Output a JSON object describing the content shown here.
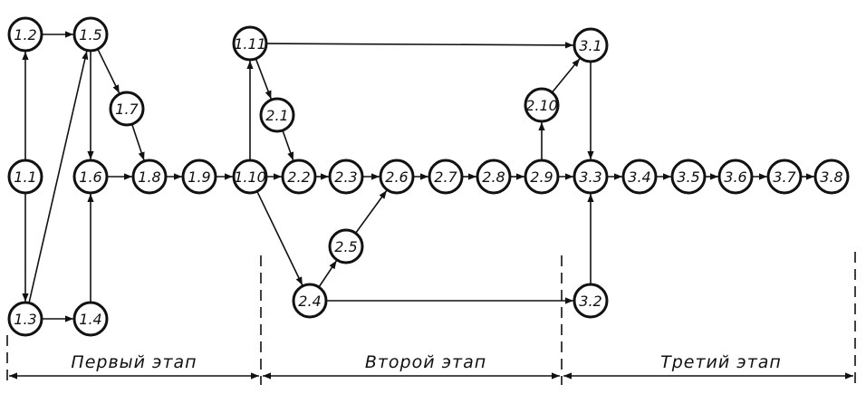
{
  "colors": {
    "ink": "#111111",
    "background": "#ffffff"
  },
  "nodes": [
    {
      "id": "1.1",
      "label": "1.1"
    },
    {
      "id": "1.2",
      "label": "1.2"
    },
    {
      "id": "1.3",
      "label": "1.3"
    },
    {
      "id": "1.4",
      "label": "1.4"
    },
    {
      "id": "1.5",
      "label": "1.5"
    },
    {
      "id": "1.6",
      "label": "1.6"
    },
    {
      "id": "1.7",
      "label": "1.7"
    },
    {
      "id": "1.8",
      "label": "1.8"
    },
    {
      "id": "1.9",
      "label": "1.9"
    },
    {
      "id": "1.10",
      "label": "1.10"
    },
    {
      "id": "1.11",
      "label": "1.11"
    },
    {
      "id": "2.1",
      "label": "2.1"
    },
    {
      "id": "2.2",
      "label": "2.2"
    },
    {
      "id": "2.3",
      "label": "2.3"
    },
    {
      "id": "2.4",
      "label": "2.4"
    },
    {
      "id": "2.5",
      "label": "2.5"
    },
    {
      "id": "2.6",
      "label": "2.6"
    },
    {
      "id": "2.7",
      "label": "2.7"
    },
    {
      "id": "2.8",
      "label": "2.8"
    },
    {
      "id": "2.9",
      "label": "2.9"
    },
    {
      "id": "2.10",
      "label": "2.10"
    },
    {
      "id": "3.1",
      "label": "3.1"
    },
    {
      "id": "3.2",
      "label": "3.2"
    },
    {
      "id": "3.3",
      "label": "3.3"
    },
    {
      "id": "3.4",
      "label": "3.4"
    },
    {
      "id": "3.5",
      "label": "3.5"
    },
    {
      "id": "3.6",
      "label": "3.6"
    },
    {
      "id": "3.7",
      "label": "3.7"
    },
    {
      "id": "3.8",
      "label": "3.8"
    }
  ],
  "edges": [
    [
      "1.1",
      "1.2"
    ],
    [
      "1.1",
      "1.3"
    ],
    [
      "1.2",
      "1.5"
    ],
    [
      "1.3",
      "1.5"
    ],
    [
      "1.3",
      "1.4"
    ],
    [
      "1.4",
      "1.6"
    ],
    [
      "1.5",
      "1.6"
    ],
    [
      "1.5",
      "1.7"
    ],
    [
      "1.6",
      "1.8"
    ],
    [
      "1.7",
      "1.8"
    ],
    [
      "1.8",
      "1.9"
    ],
    [
      "1.9",
      "1.10"
    ],
    [
      "1.10",
      "1.11"
    ],
    [
      "1.10",
      "2.2"
    ],
    [
      "1.10",
      "2.4"
    ],
    [
      "1.11",
      "2.1"
    ],
    [
      "1.11",
      "3.1"
    ],
    [
      "2.1",
      "2.2"
    ],
    [
      "2.2",
      "2.3"
    ],
    [
      "2.3",
      "2.6"
    ],
    [
      "2.4",
      "2.5"
    ],
    [
      "2.4",
      "3.2"
    ],
    [
      "2.5",
      "2.6"
    ],
    [
      "2.6",
      "2.7"
    ],
    [
      "2.7",
      "2.8"
    ],
    [
      "2.8",
      "2.9"
    ],
    [
      "2.9",
      "2.10"
    ],
    [
      "2.9",
      "3.3"
    ],
    [
      "2.10",
      "3.1"
    ],
    [
      "3.1",
      "3.3"
    ],
    [
      "3.2",
      "3.3"
    ],
    [
      "3.3",
      "3.4"
    ],
    [
      "3.4",
      "3.5"
    ],
    [
      "3.5",
      "3.6"
    ],
    [
      "3.6",
      "3.7"
    ],
    [
      "3.7",
      "3.8"
    ]
  ],
  "stages": [
    {
      "label": "Первый этап"
    },
    {
      "label": "Второй этап"
    },
    {
      "label": "Третий этап"
    }
  ]
}
